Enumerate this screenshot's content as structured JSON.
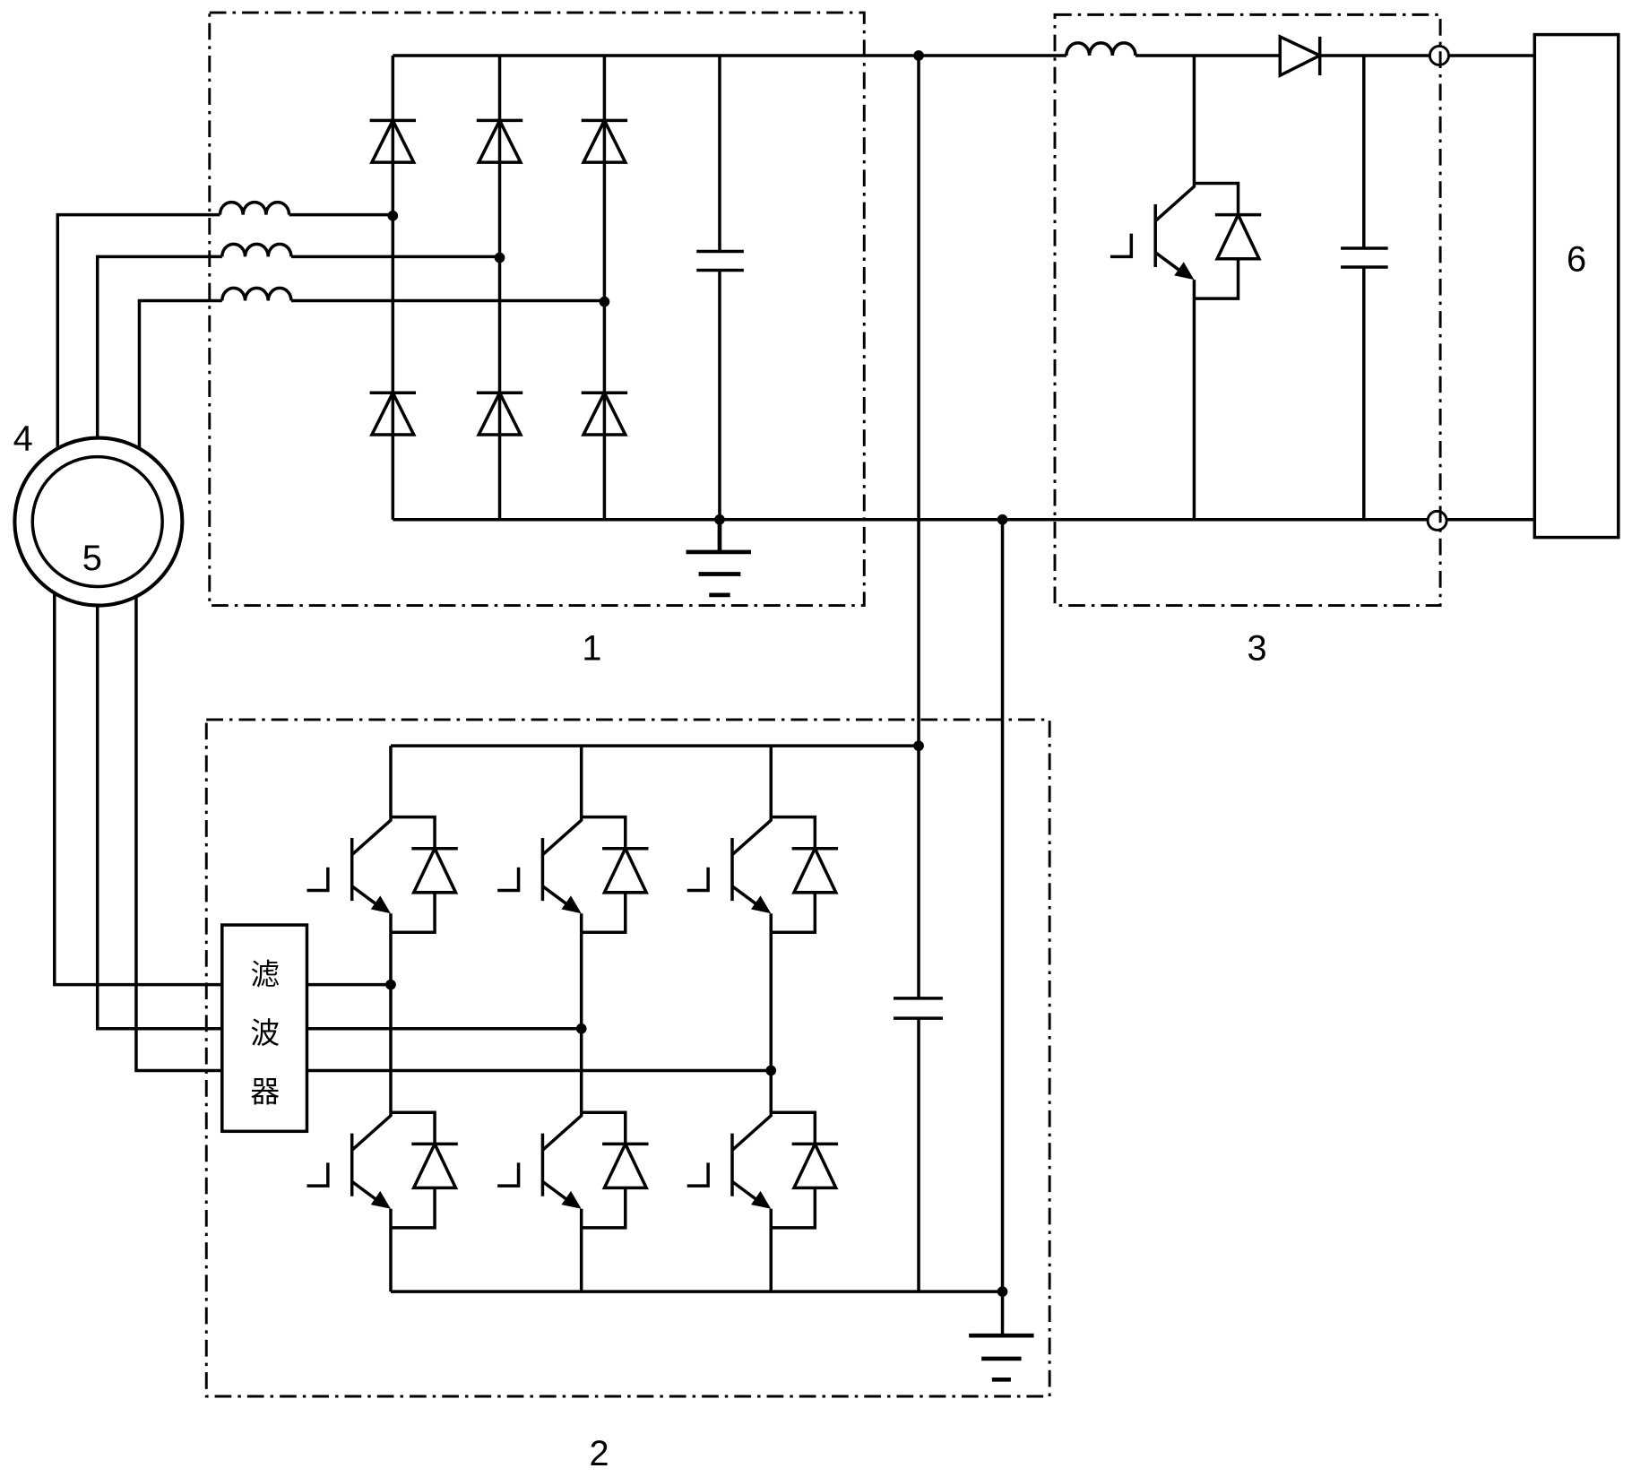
{
  "labels": {
    "block_1": "1",
    "block_2": "2",
    "block_3": "3",
    "block_4": "4",
    "block_5": "5",
    "block_6": "6"
  },
  "filter": {
    "chars": [
      "滤",
      "波",
      "器"
    ]
  },
  "colors": {
    "line": "#000000",
    "background": "#ffffff"
  }
}
